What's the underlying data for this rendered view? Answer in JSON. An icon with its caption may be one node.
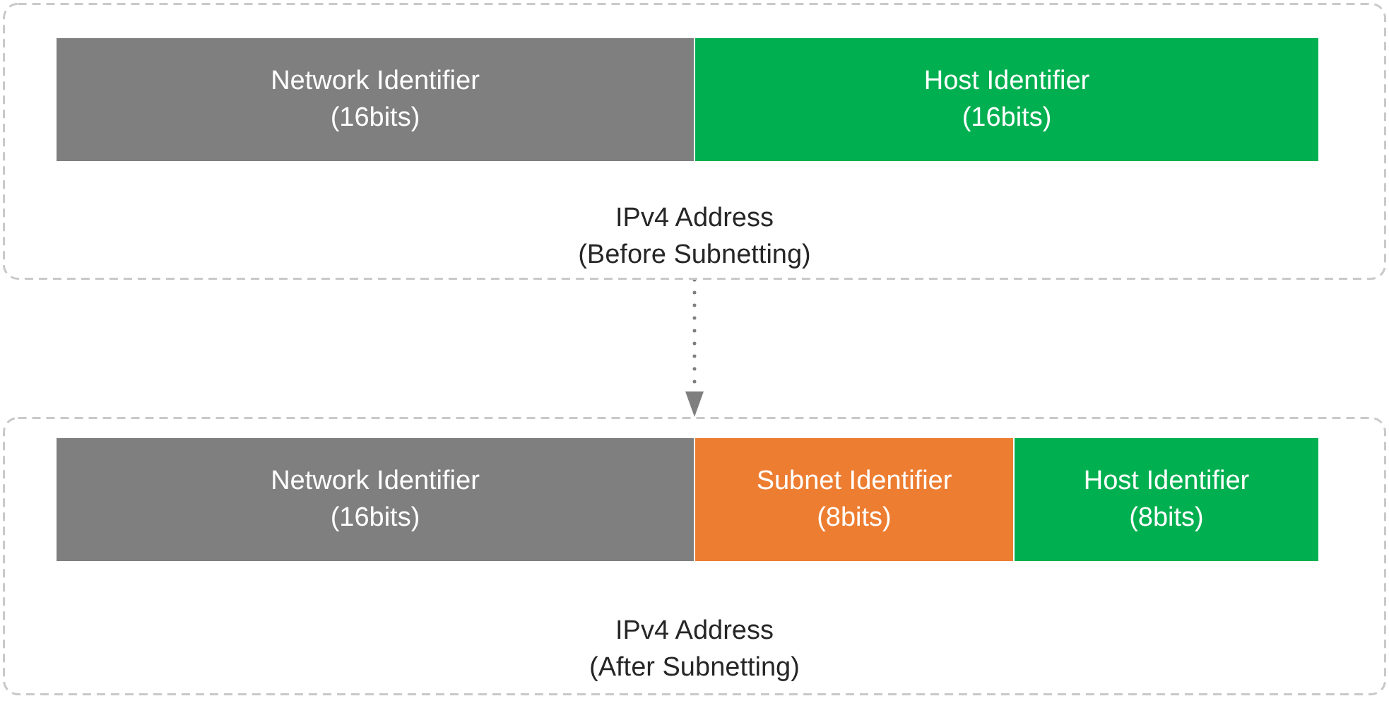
{
  "diagram": {
    "nodes": [
      {
        "text": [
          "IPv4 Address (Before Subnetting)"
        ]
      },
      {
        "text": [
          "Network Identifier (16bits)"
        ],
        "in": 0
      },
      {
        "text": [
          "Host Identifier (16bits)"
        ],
        "in": 0
      },
      {
        "text": [
          "IPv4 Address (After Subnetting)"
        ]
      },
      {
        "text": [
          "Network Identifier (16bits)"
        ],
        "in": 3
      },
      {
        "text": [
          "Subnet Identifier (8bits)"
        ],
        "in": 3
      },
      {
        "text": [
          "Host Identifier (8bits)"
        ],
        "in": 3
      }
    ],
    "edges": [
      {
        "from": 0,
        "to": 3,
        "arrow": "to",
        "style": "dashed"
      }
    ]
  }
}
